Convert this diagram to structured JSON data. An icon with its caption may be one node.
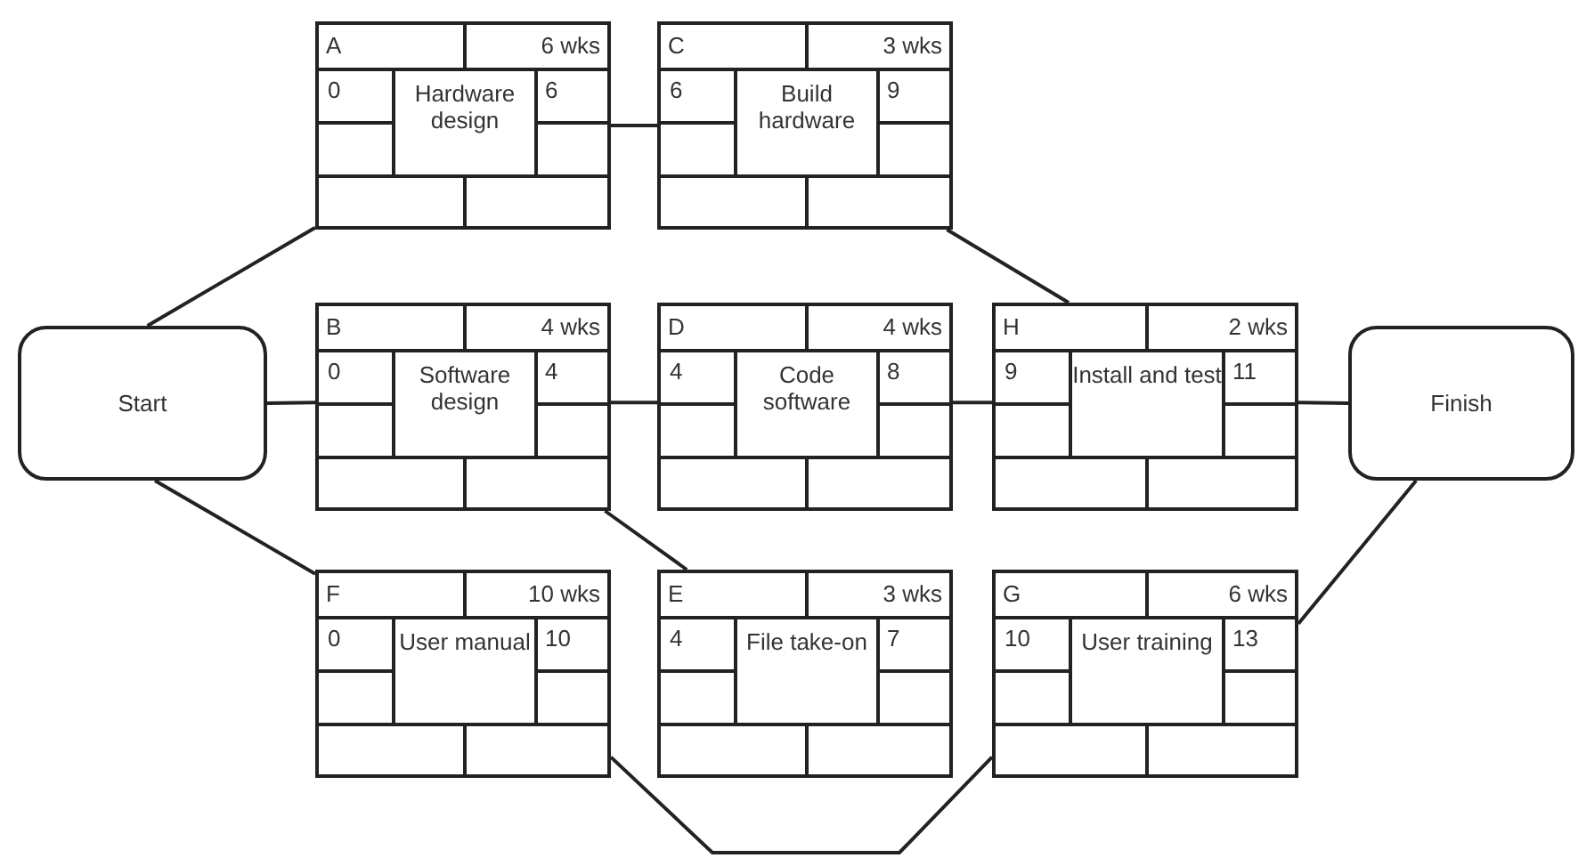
{
  "diagram": {
    "nodes": [
      {
        "text": [
          "Start"
        ]
      },
      {
        "text": [
          "A",
          "6 wks",
          "0",
          "Hardware design",
          "6"
        ]
      },
      {
        "text": [
          "C",
          "3 wks",
          "6",
          "Build hardware",
          "9"
        ]
      },
      {
        "text": [
          "B",
          "4 wks",
          "0",
          "Software design",
          "4"
        ]
      },
      {
        "text": [
          "D",
          "4 wks",
          "4",
          "Code software",
          "8"
        ]
      },
      {
        "text": [
          "H",
          "2 wks",
          "9",
          "Install and test",
          "11"
        ]
      },
      {
        "text": [
          "Finish"
        ]
      },
      {
        "text": [
          "F",
          "10 wks",
          "0",
          "User manual",
          "10"
        ]
      },
      {
        "text": [
          "E",
          "3 wks",
          "4",
          "File take-on",
          "7"
        ]
      },
      {
        "text": [
          "G",
          "6 wks",
          "10",
          "User training",
          "13"
        ]
      }
    ],
    "edges": [
      {
        "from": 0,
        "to": 1,
        "arrow": "none"
      },
      {
        "from": 0,
        "to": 3,
        "arrow": "none"
      },
      {
        "from": 0,
        "to": 7,
        "arrow": "none"
      },
      {
        "from": 1,
        "to": 2,
        "arrow": "none"
      },
      {
        "from": 3,
        "to": 4,
        "arrow": "none"
      },
      {
        "from": 3,
        "to": 8,
        "arrow": "none"
      },
      {
        "from": 2,
        "to": 5,
        "arrow": "none"
      },
      {
        "from": 4,
        "to": 5,
        "arrow": "none"
      },
      {
        "from": 7,
        "to": 9,
        "arrow": "none"
      },
      {
        "from": 5,
        "to": 6,
        "arrow": "none"
      },
      {
        "from": 9,
        "to": 6,
        "arrow": "none"
      }
    ]
  }
}
